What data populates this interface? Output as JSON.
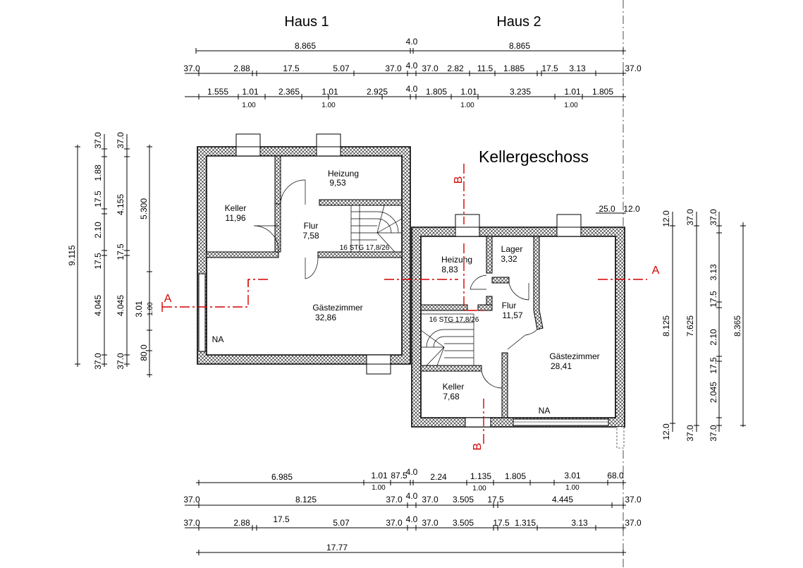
{
  "headers": {
    "house1": "Haus 1",
    "house2": "Haus 2",
    "floor_title": "Kellergeschoss"
  },
  "top_dims": {
    "row1": [
      "8.865",
      "4.0",
      "8.865"
    ],
    "row2": [
      "37.0",
      "2.88",
      "17.5",
      "5.07",
      "37.0",
      "4.0",
      "37.0",
      "2.82",
      "11.5",
      "1.885",
      "17.5",
      "3.13",
      "37.0"
    ],
    "row3": [
      "1.555",
      "1.01",
      "1.00",
      "2.365",
      "1.01",
      "1.00",
      "2.925",
      "4.0",
      "1.805",
      "1.01",
      "1.00",
      "3.235",
      "1.01",
      "1.00",
      "1.805"
    ],
    "house2_offsets": [
      "25.0",
      "12.0"
    ]
  },
  "left_dims": {
    "col1": [
      "9.115"
    ],
    "col2": [
      "37.0",
      "1.88",
      "17.5",
      "2.10",
      "17.5",
      "4.045",
      "37.0"
    ],
    "col3": [
      "37.0",
      "4.155",
      "17.5",
      "4.045",
      "37.0"
    ],
    "col4": [
      "5.300",
      "3.01",
      "1.00",
      "80.0"
    ]
  },
  "right_dims": {
    "col1": [
      "12.0",
      "8.125",
      "12.0"
    ],
    "col2": [
      "37.0",
      "7.625",
      "37.0"
    ],
    "col3": [
      "37.0",
      "3.13",
      "17.5",
      "2.10",
      "17.5",
      "2.045",
      "37.0"
    ],
    "col4": [
      "8.365"
    ]
  },
  "bottom_dims": {
    "row1": [
      "6.985",
      "1.01",
      "1.00",
      "87.5",
      "4.0",
      "2.24",
      "1.135",
      "1.00",
      "1.805",
      "3.01",
      "1.00",
      "68.0"
    ],
    "row2": [
      "37.0",
      "8.125",
      "37.0",
      "4.0",
      "37.0",
      "3.505",
      "17.5",
      "4.445",
      "37.0"
    ],
    "row3": [
      "37.0",
      "2.88",
      "17.5",
      "5.07",
      "37.0",
      "4.0",
      "37.0",
      "3.505",
      "17.5",
      "1.315",
      "3.13",
      "37.0"
    ],
    "row4": [
      "17.77"
    ]
  },
  "rooms_h1": [
    {
      "name": "Keller",
      "area": "11,96"
    },
    {
      "name": "Heizung",
      "area": "9,53"
    },
    {
      "name": "Flur",
      "area": "7,58"
    },
    {
      "name": "Gästezimmer",
      "area": "32,86"
    }
  ],
  "rooms_h2": [
    {
      "name": "Heizung",
      "area": "8,83"
    },
    {
      "name": "Lager",
      "area": "3,32"
    },
    {
      "name": "Flur",
      "area": "11,57"
    },
    {
      "name": "Gästezimmer",
      "area": "28,41"
    },
    {
      "name": "Keller",
      "area": "7,68"
    }
  ],
  "stairs": {
    "h1": "16 STG 17,8/26",
    "h2": "16 STG 17,8/26"
  },
  "notes": {
    "na_h1": "NA",
    "na_h2": "NA"
  },
  "sections": {
    "a": "A",
    "b": "B"
  },
  "colors": {
    "cut_line": "#d40000",
    "lines": "#000000"
  }
}
